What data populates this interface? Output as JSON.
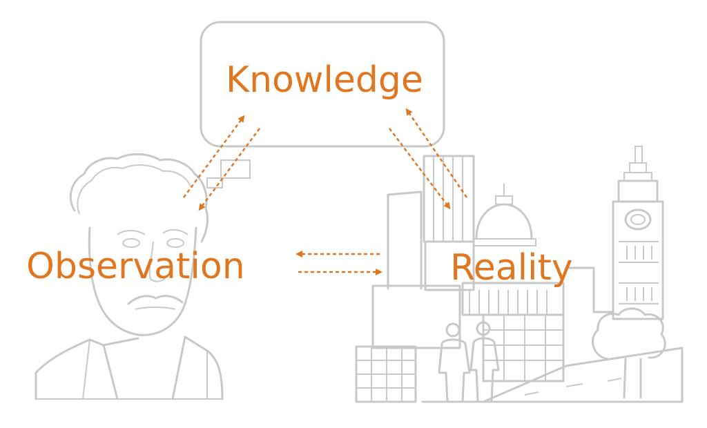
{
  "nodes": {
    "knowledge": "Knowledge",
    "observation": "Observation",
    "reality": "Reality"
  },
  "colors": {
    "accent": "#e0761f",
    "line": "#c8c8c8",
    "background": "#ffffff"
  },
  "illustrations": [
    "portrait-sketch",
    "city-skyline-sketch",
    "tree",
    "two-people"
  ],
  "edges": [
    {
      "from": "observation",
      "to": "knowledge",
      "style": "dashed",
      "bidirectional": true
    },
    {
      "from": "knowledge",
      "to": "reality",
      "style": "dashed",
      "bidirectional": true
    },
    {
      "from": "observation",
      "to": "reality",
      "style": "dashed",
      "bidirectional": true
    }
  ]
}
